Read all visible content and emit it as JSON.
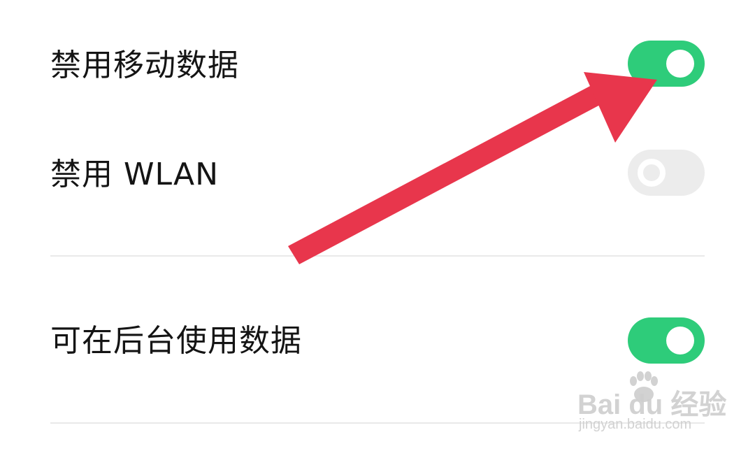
{
  "settings": {
    "items": [
      {
        "label": "禁用移动数据",
        "toggle_state": "on"
      },
      {
        "label": "禁用 WLAN",
        "toggle_state": "off"
      },
      {
        "label": "可在后台使用数据",
        "toggle_state": "on"
      }
    ]
  },
  "colors": {
    "toggle_on": "#2ecc7a",
    "toggle_off": "#ececec",
    "annotation_arrow": "#e8364c",
    "divider": "#e9e9e9"
  },
  "watermark": {
    "brand": "Bai du 经验",
    "url": "jingyan.baidu.com"
  }
}
